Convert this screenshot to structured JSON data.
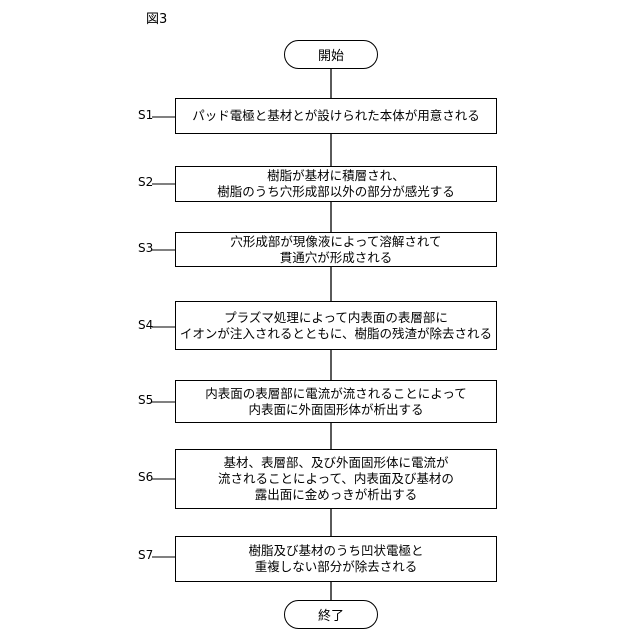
{
  "figure_label": "図3",
  "start": "開始",
  "end": "終了",
  "steps": [
    {
      "id": "S1",
      "lines": [
        "パッド電極と基材とが設けられた本体が用意される"
      ]
    },
    {
      "id": "S2",
      "lines": [
        "樹脂が基材に積層され、",
        "樹脂のうち穴形成部以外の部分が感光する"
      ]
    },
    {
      "id": "S3",
      "lines": [
        "穴形成部が現像液によって溶解されて",
        "貫通穴が形成される"
      ]
    },
    {
      "id": "S4",
      "lines": [
        "プラズマ処理によって内表面の表層部に",
        "イオンが注入されるとともに、樹脂の残渣が除去される"
      ]
    },
    {
      "id": "S5",
      "lines": [
        "内表面の表層部に電流が流されることによって",
        "内表面に外面固形体が析出する"
      ]
    },
    {
      "id": "S6",
      "lines": [
        "基材、表層部、及び外面固形体に電流が",
        "流されることによって、内表面及び基材の",
        "露出面に金めっきが析出する"
      ]
    },
    {
      "id": "S7",
      "lines": [
        "樹脂及び基材のうち凹状電極と",
        "重複しない部分が除去される"
      ]
    }
  ]
}
